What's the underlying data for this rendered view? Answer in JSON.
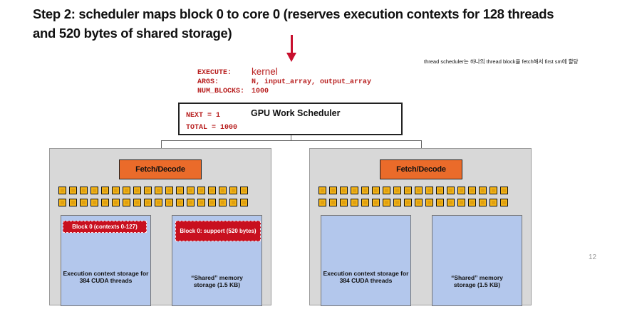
{
  "slide": {
    "title_line1": "Step 2: scheduler maps block 0 to core 0 (reserves execution contexts for 128 threads",
    "title_line2": "and 520 bytes of shared storage)",
    "annotation_note": "thread scheduler는 하나의 thread block을 fetch해서 first sm에 할당",
    "page_number": "12"
  },
  "kernel_launch": {
    "execute_key": "EXECUTE:",
    "execute_value": "kernel",
    "args_key": "ARGS:",
    "args_value": "N, input_array, output_array",
    "num_blocks_key": "NUM_BLOCKS:",
    "num_blocks_value": "1000"
  },
  "scheduler": {
    "title": "GPU Work Scheduler",
    "next_label": "NEXT = 1",
    "total_label": "TOTAL = 1000"
  },
  "cores": [
    {
      "fetch_label": "Fetch/Decode",
      "exec_storage_label": "Execution context storage for 384 CUDA threads",
      "shared_storage_label": "“Shared” memory storage (1.5 KB)",
      "exec_alloc_label": "Block 0 (contexts 0-127)",
      "shared_alloc_label": "Block 0: support (520 bytes)"
    },
    {
      "fetch_label": "Fetch/Decode",
      "exec_storage_label": "Execution context storage for 384 CUDA threads",
      "shared_storage_label": "“Shared” memory storage (1.5 KB)"
    }
  ],
  "colors": {
    "accent_red": "#c8101f",
    "fetch_orange": "#ea6b2a",
    "alu_yellow": "#f2b317",
    "storage_blue": "#b3c7ec",
    "core_gray": "#d8d8d8"
  }
}
